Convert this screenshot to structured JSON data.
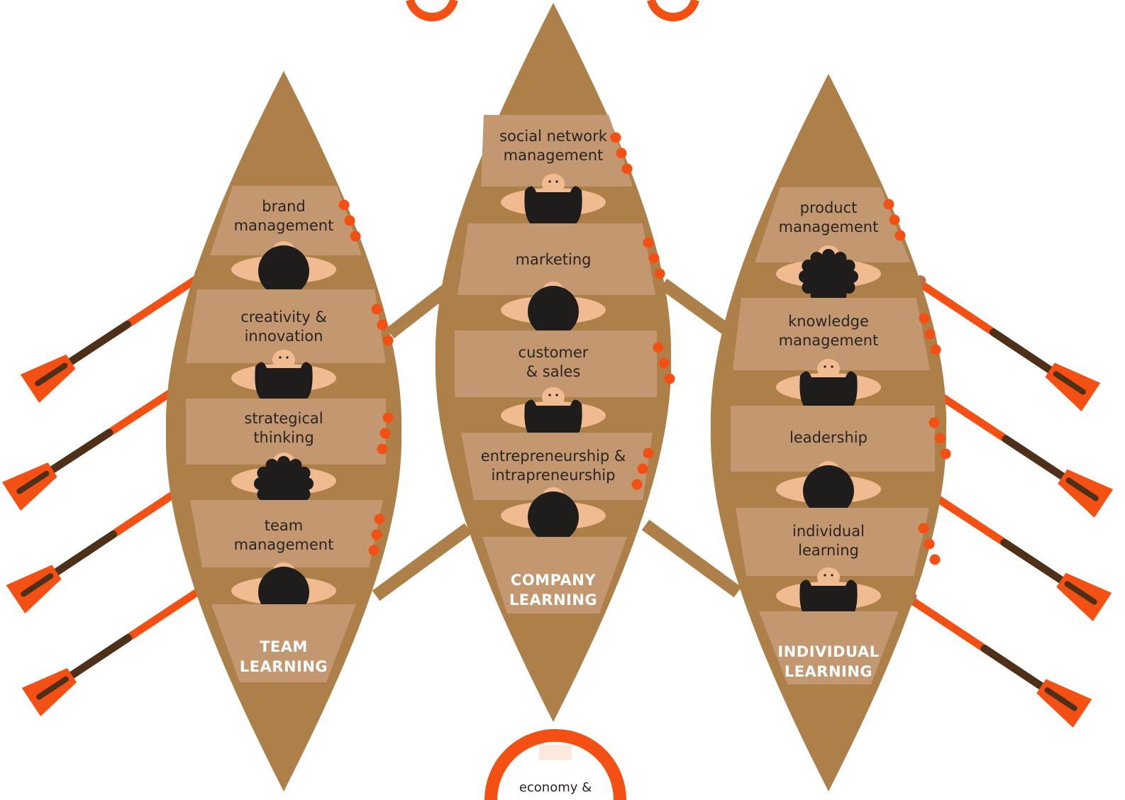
{
  "colors": {
    "hull": "#ae8049",
    "bench": "#c39770",
    "oar_blade": "#f55014",
    "oar_shaft": "#4e2f17",
    "oar_collar": "#b8714a",
    "skin": "#f1bb91",
    "hair": "#1f1d1c",
    "dot": "#f55014",
    "label_text": "#2a2522",
    "boat_label": "#ffffff",
    "buoy": "#f55014",
    "buoy_band": "#fde8de"
  },
  "boats": [
    {
      "id": "team",
      "title_lines": [
        "TEAM",
        "LEARNING"
      ],
      "seats": [
        {
          "lines": [
            "brand",
            "management"
          ],
          "hair": "bald"
        },
        {
          "lines": [
            "creativity &",
            "innovation"
          ],
          "hair": "beard"
        },
        {
          "lines": [
            "strategical",
            "thinking"
          ],
          "hair": "curly"
        },
        {
          "lines": [
            "team",
            "management"
          ],
          "hair": "bald"
        }
      ]
    },
    {
      "id": "company",
      "title_lines": [
        "COMPANY",
        "LEARNING"
      ],
      "seats": [
        {
          "lines": [
            "social network",
            "management"
          ],
          "hair": "beard"
        },
        {
          "lines": [
            "marketing"
          ],
          "hair": "bald"
        },
        {
          "lines": [
            "customer",
            "& sales"
          ],
          "hair": "beard"
        },
        {
          "lines": [
            "entrepreneurship &",
            "intrapreneurship"
          ],
          "hair": "bald"
        }
      ]
    },
    {
      "id": "individual",
      "title_lines": [
        "INDIVIDUAL",
        "LEARNING"
      ],
      "seats": [
        {
          "lines": [
            "product",
            "management"
          ],
          "hair": "curly"
        },
        {
          "lines": [
            "knowledge",
            "management"
          ],
          "hair": "beard"
        },
        {
          "lines": [
            "leadership"
          ],
          "hair": "bald"
        },
        {
          "lines": [
            "individual",
            "learning"
          ],
          "hair": "beard"
        }
      ]
    }
  ],
  "lifebuoy": {
    "label": "economy &"
  }
}
